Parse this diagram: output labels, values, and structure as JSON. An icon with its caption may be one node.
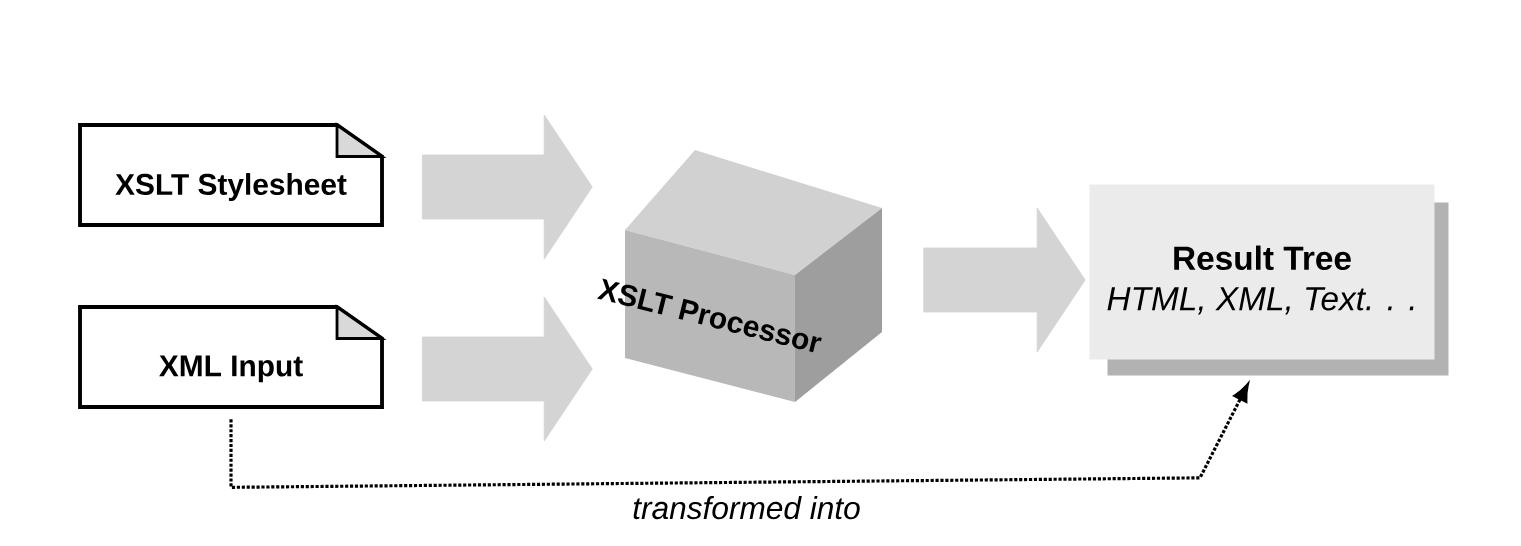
{
  "diagram": {
    "nodes": [
      {
        "text": [
          "XSLT Stylesheet"
        ]
      },
      {
        "text": [
          "XML Input"
        ]
      },
      {
        "text": [
          "XSLT Processor"
        ]
      },
      {
        "text": [
          "Result Tree",
          "HTML, XML, Text. . ."
        ]
      }
    ],
    "edges": [
      {
        "from": 0,
        "to": 2,
        "arrow": "to"
      },
      {
        "from": 1,
        "to": 2,
        "arrow": "to"
      },
      {
        "from": 2,
        "to": 3,
        "arrow": "to"
      },
      {
        "from": 1,
        "to": 3,
        "arrow": "to",
        "label": "transformed into",
        "style": "dashed",
        "color": "#000000"
      }
    ]
  }
}
